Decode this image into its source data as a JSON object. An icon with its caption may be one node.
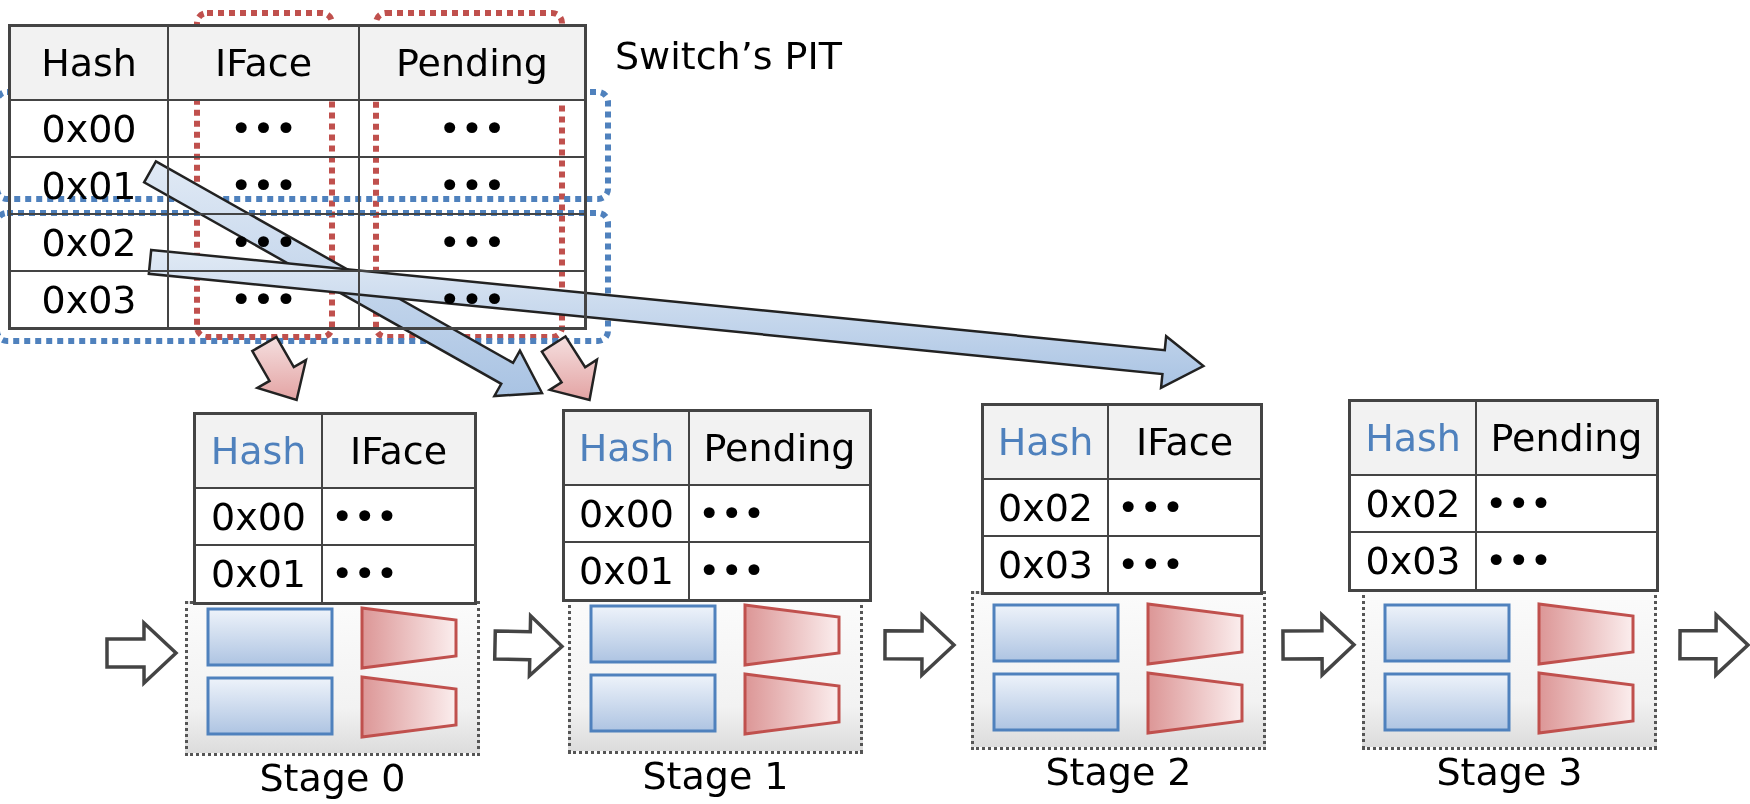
{
  "diagram": {
    "nodes": [
      {
        "text": [
          "Hash",
          "IFace",
          "Pending",
          "0x00",
          "•••",
          "•••",
          "0x01",
          "•••",
          "•••",
          "0x02",
          "•••",
          "•••",
          "0x03",
          "•••",
          "•••"
        ],
        "beside": [
          "Switch’s PIT"
        ]
      },
      {
        "text": [],
        "shape": "box",
        "beside": [
          "Stage 0"
        ]
      },
      {
        "text": [
          "Hash",
          "IFace",
          "0x00",
          "•••",
          "0x01",
          "•••"
        ]
      },
      {
        "text": [],
        "shape": "box",
        "beside": [
          "Stage 1"
        ]
      },
      {
        "text": [
          "Hash",
          "Pending",
          "0x00",
          "•••",
          "0x01",
          "•••"
        ]
      },
      {
        "text": [],
        "shape": "box",
        "beside": [
          "Stage 2"
        ]
      },
      {
        "text": [
          "Hash",
          "IFace",
          "0x02",
          "•••",
          "0x03",
          "•••"
        ]
      },
      {
        "text": [],
        "shape": "box",
        "beside": [
          "Stage 3"
        ]
      },
      {
        "text": [
          "Hash",
          "Pending",
          "0x02",
          "•••",
          "0x03",
          "•••"
        ]
      }
    ],
    "edges": [
      {
        "from": 0,
        "to": 2,
        "arrow": "to",
        "style": "thick",
        "color": "#e3a3a3"
      },
      {
        "from": 0,
        "to": 4,
        "arrow": "to",
        "style": "thick",
        "color": "#e3a3a3"
      },
      {
        "from": 0,
        "to": 4,
        "arrow": "to",
        "style": "thick",
        "color": "#a9c3e3"
      },
      {
        "from": 0,
        "to": 6,
        "arrow": "to",
        "style": "thick",
        "color": "#a9c3e3"
      },
      {
        "from": null,
        "to": 1,
        "arrow": "to"
      },
      {
        "from": 1,
        "to": 3,
        "arrow": "to"
      },
      {
        "from": 3,
        "to": 5,
        "arrow": "to"
      },
      {
        "from": 5,
        "to": 7,
        "arrow": "to"
      },
      {
        "from": 7,
        "to": null,
        "arrow": "to"
      }
    ]
  }
}
